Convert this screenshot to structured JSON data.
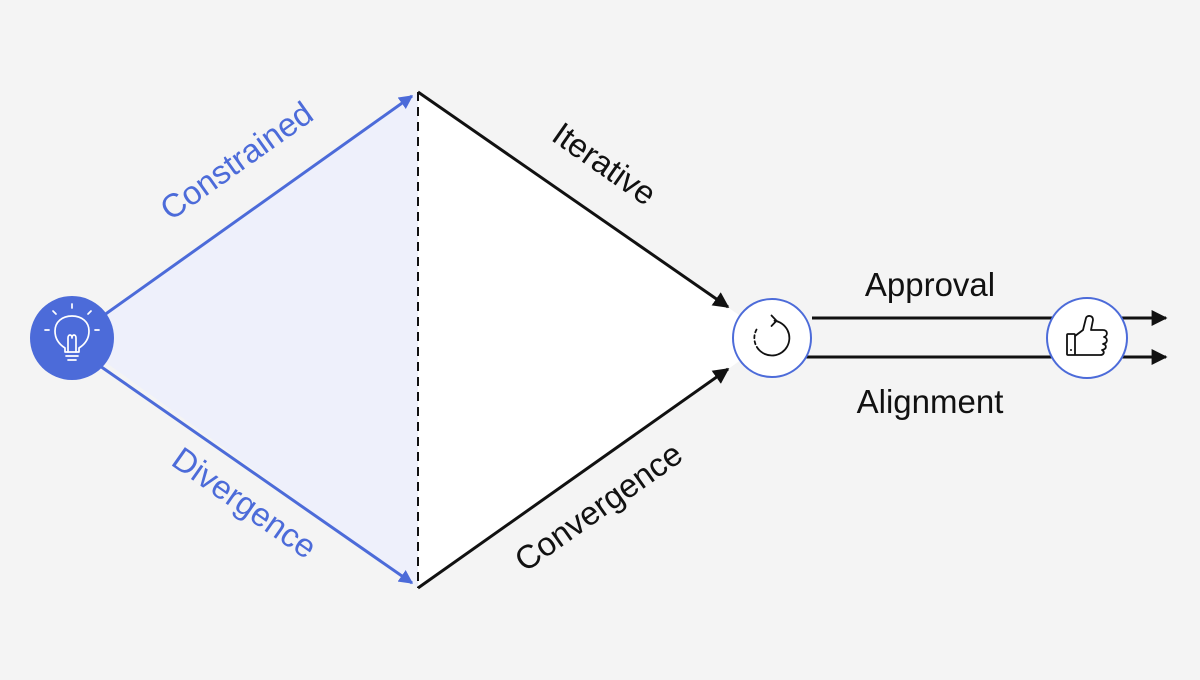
{
  "diagram": {
    "labels": {
      "constrained": "Constrained",
      "divergence": "Divergence",
      "iterative": "Iterative",
      "convergence": "Convergence",
      "approval": "Approval",
      "alignment": "Alignment"
    },
    "icons": {
      "start": "lightbulb-icon",
      "middle": "refresh-icon",
      "end": "thumbs-up-icon"
    },
    "colors": {
      "background": "#f4f4f4",
      "accent": "#4c6bd9",
      "accent_fill": "#eef0fb",
      "stroke": "#111111",
      "white": "#ffffff"
    }
  }
}
